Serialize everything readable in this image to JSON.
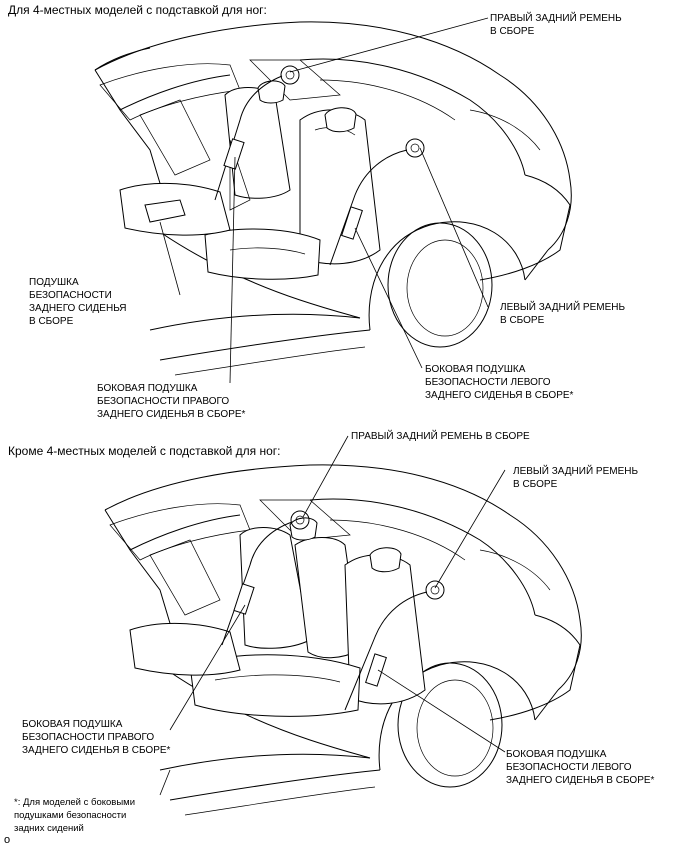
{
  "diagram_1": {
    "title": "Для 4-местных моделей с подставкой для ног:",
    "labels": {
      "right_rear_belt": "ПРАВЫЙ ЗАДНИЙ РЕМЕНЬ\nВ СБОРЕ",
      "rear_seat_cushion_airbag": "ПОДУШКА\nБЕЗОПАСНОСТИ\nЗАДНЕГО СИДЕНЬЯ\nВ СБОРЕ",
      "left_rear_belt": "ЛЕВЫЙ ЗАДНИЙ РЕМЕНЬ\nВ СБОРЕ",
      "left_rear_side_airbag": "БОКОВАЯ ПОДУШКА\nБЕЗОПАСНОСТИ ЛЕВОГО\nЗАДНЕГО СИДЕНЬЯ В СБОРЕ*",
      "right_rear_side_airbag": "БОКОВАЯ ПОДУШКА\nБЕЗОПАСНОСТИ ПРАВОГО\nЗАДНЕГО СИДЕНЬЯ В СБОРЕ*"
    }
  },
  "diagram_2": {
    "title": "Кроме 4-местных моделей с подставкой для ног:",
    "labels": {
      "right_rear_belt": "ПРАВЫЙ ЗАДНИЙ РЕМЕНЬ В СБОРЕ",
      "left_rear_belt": "ЛЕВЫЙ ЗАДНИЙ РЕМЕНЬ\nВ СБОРЕ",
      "right_rear_side_airbag": "БОКОВАЯ ПОДУШКА\nБЕЗОПАСНОСТИ ПРАВОГО\nЗАДНЕГО СИДЕНЬЯ В СБОРЕ*",
      "left_rear_side_airbag": "БОКОВАЯ ПОДУШКА\nБЕЗОПАСНОСТИ ЛЕВОГО\nЗАДНЕГО СИДЕНЬЯ В СБОРЕ*"
    }
  },
  "footnote": "*: Для моделей с боковыми\nподушками безопасности\nзадних сидений",
  "page_marker": "o"
}
